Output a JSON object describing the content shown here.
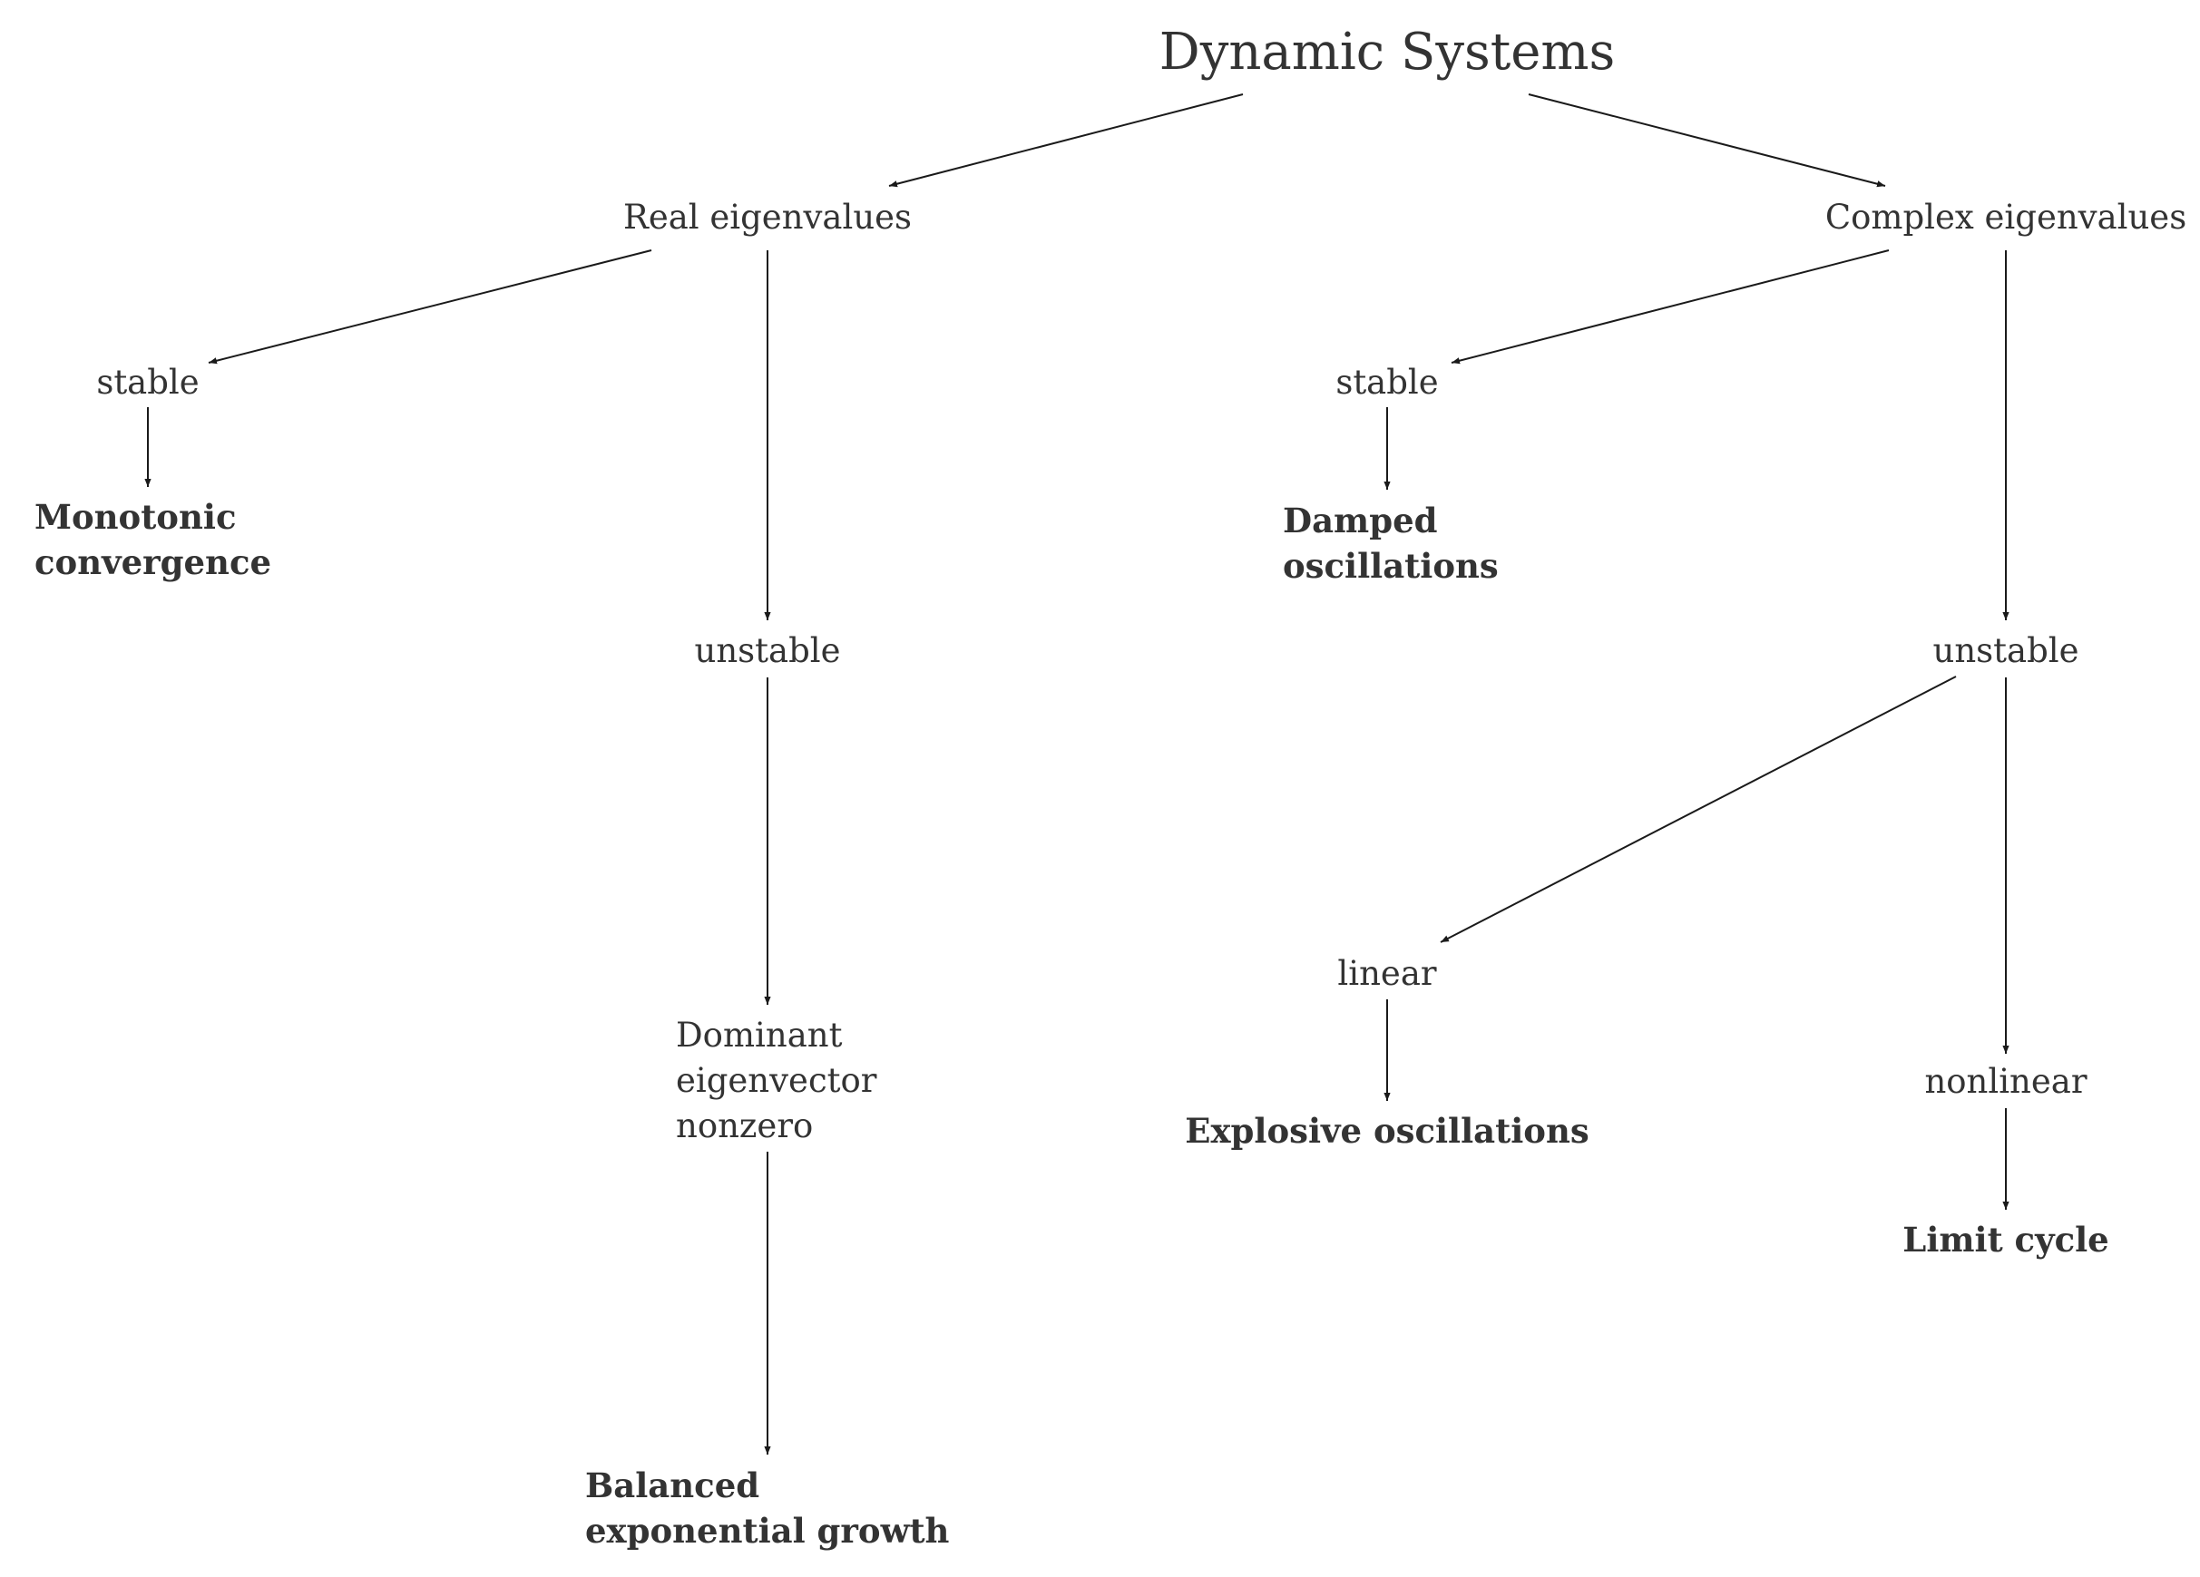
{
  "title": "Dynamic Systems",
  "branches": {
    "real": {
      "label": "Real eigenvalues",
      "stable": "stable",
      "stable_result": "Monotonic\nconvergence",
      "unstable": "unstable",
      "dominant": "Dominant\neigenvector\nnonzero",
      "dominant_result": "Balanced\nexponential growth"
    },
    "complex": {
      "label": "Complex eigenvalues",
      "stable": "stable",
      "stable_result": "Damped\noscillations",
      "unstable": "unstable",
      "linear": "linear",
      "linear_result": "Explosive oscillations",
      "nonlinear": "nonlinear",
      "nonlinear_result": "Limit cycle"
    }
  }
}
